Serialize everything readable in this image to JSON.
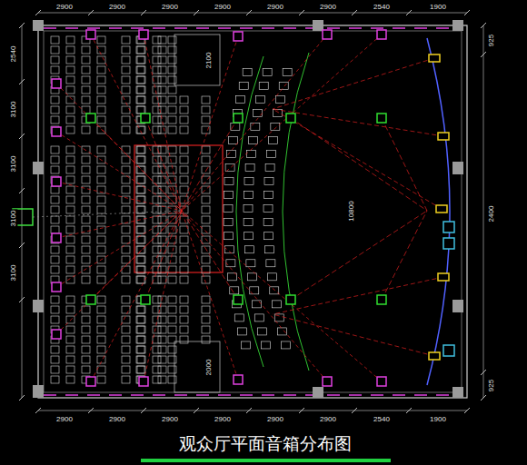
{
  "diagram": {
    "caption": "观众厅平面音箱分布图",
    "labels": [
      "2900",
      "2900",
      "2900",
      "2900",
      "2900",
      "2900",
      "2540",
      "1900",
      "2900",
      "2900",
      "2900",
      "2900",
      "2900",
      "2900",
      "2540",
      "1900",
      "2540",
      "3100",
      "3100",
      "3100",
      "3100",
      "925",
      "2400",
      "925",
      "10800",
      "2100",
      "2000"
    ]
  }
}
